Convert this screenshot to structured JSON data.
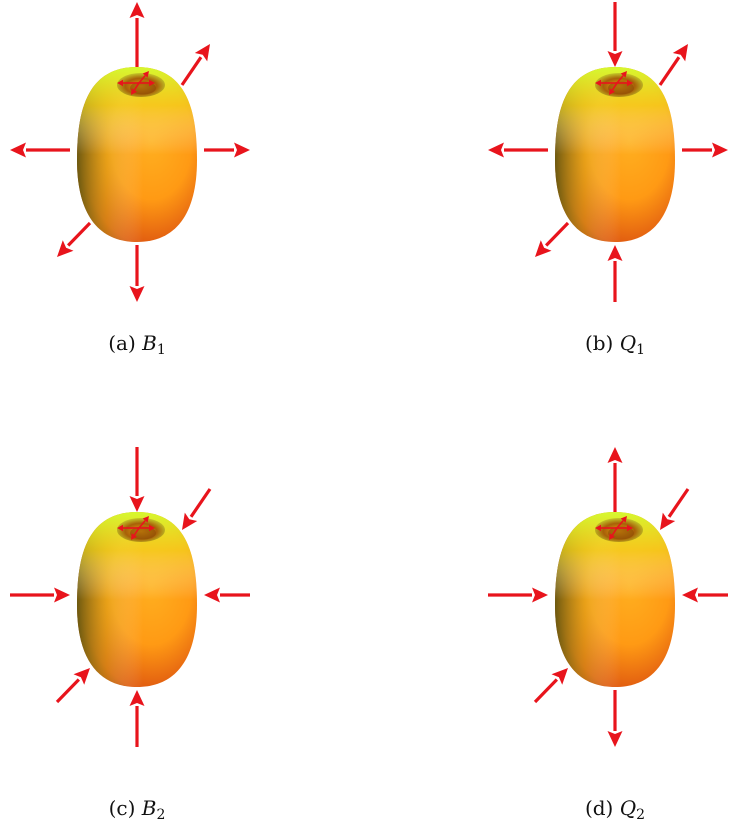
{
  "panels": [
    {
      "tag": "(a)",
      "symbol": "B",
      "subscript": "1",
      "arrows": {
        "top": "out",
        "top_right": "out",
        "right": "out",
        "bottom_left": "out",
        "bottom": "out",
        "left": "out"
      }
    },
    {
      "tag": "(b)",
      "symbol": "Q",
      "subscript": "1",
      "arrows": {
        "top": "in",
        "top_right": "out",
        "right": "out",
        "bottom_left": "out",
        "bottom": "in",
        "left": "out"
      }
    },
    {
      "tag": "(c)",
      "symbol": "B",
      "subscript": "2",
      "arrows": {
        "top": "in",
        "top_right": "in",
        "right": "in",
        "bottom_left": "in",
        "bottom": "in",
        "left": "in"
      }
    },
    {
      "tag": "(d)",
      "symbol": "Q",
      "subscript": "2",
      "arrows": {
        "top": "out",
        "top_right": "in",
        "right": "in",
        "bottom_left": "in",
        "bottom": "out",
        "left": "in"
      }
    }
  ],
  "colors": {
    "arrow": "#e8141c",
    "body_light": "#ffd21a",
    "body_mid": "#ffa31a",
    "body_dark": "#d84a12",
    "rim_green": "#b6f02a"
  }
}
